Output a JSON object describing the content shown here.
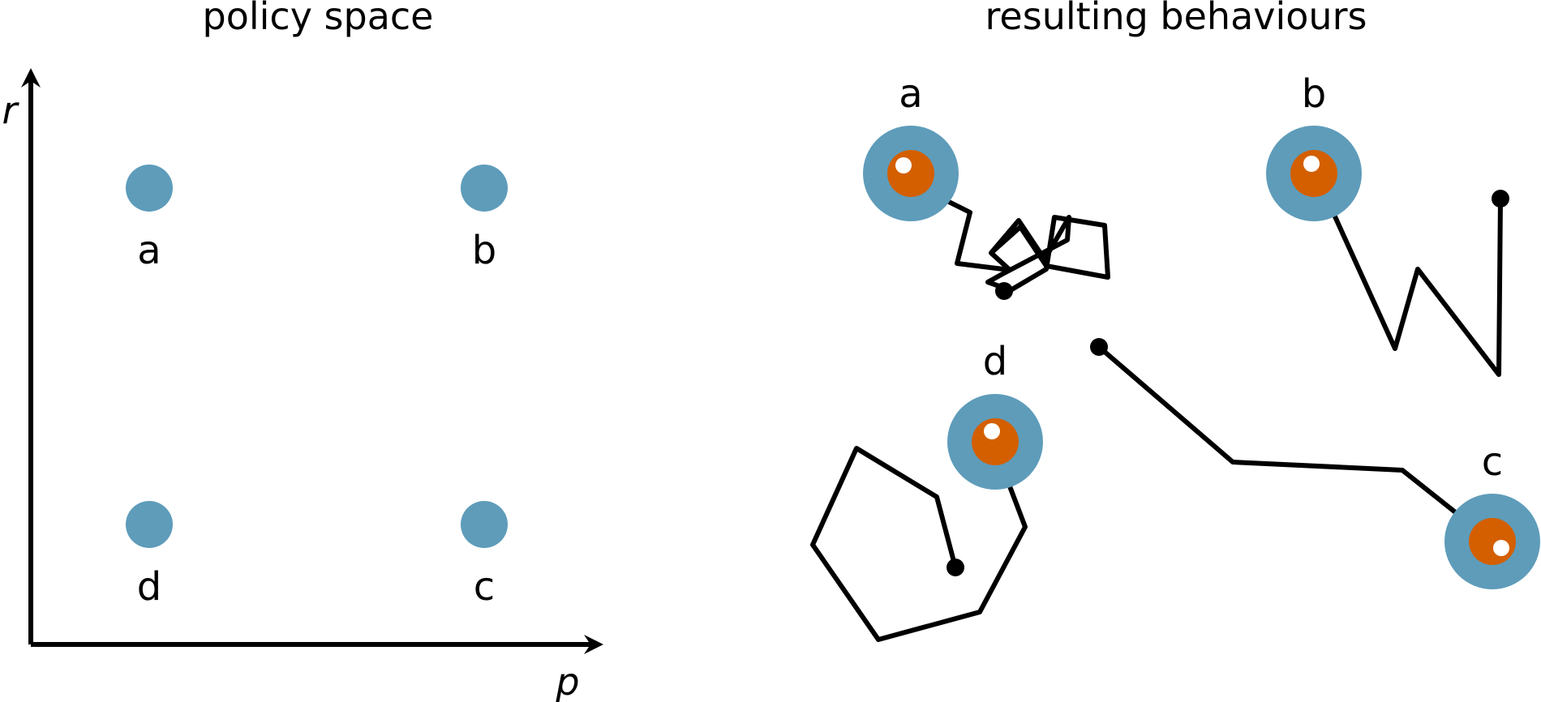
{
  "policy_panel": {
    "title": "policy space",
    "x_axis_label": "p",
    "y_axis_label": "r",
    "points": [
      {
        "label": "a"
      },
      {
        "label": "b"
      },
      {
        "label": "d"
      },
      {
        "label": "c"
      }
    ]
  },
  "behaviour_panel": {
    "title": "resulting behaviours",
    "agents": [
      {
        "label": "a"
      },
      {
        "label": "b"
      },
      {
        "label": "d"
      },
      {
        "label": "c"
      }
    ]
  },
  "colors": {
    "policy_point": "#5e9cba",
    "agent_outer": "#5e9cba",
    "agent_inner": "#d35f00",
    "agent_eye": "#ffffff",
    "ink": "#000000"
  }
}
